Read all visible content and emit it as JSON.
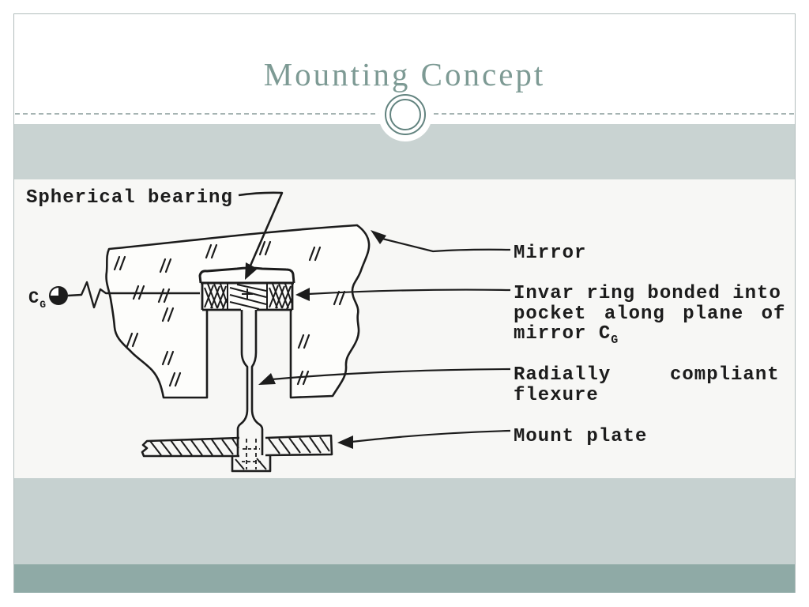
{
  "slide": {
    "title": "Mounting Concept",
    "colors": {
      "accent_teal": "#7d9a94",
      "ornament_ring": "#62837f",
      "band_light": "#c9d3d2",
      "band_dark": "#8faaa6",
      "border": "#b2bdbc",
      "ink": "#1c1c1c",
      "dashed_divider": "#a6b4b3"
    }
  },
  "diagram": {
    "labels": {
      "spherical_bearing": "Spherical bearing",
      "cg": {
        "main": "C",
        "sub": "G"
      },
      "mirror": "Mirror",
      "invar": {
        "line1": "Invar ring bonded into",
        "line2": "pocket along plane of",
        "line3_prefix": "mirror C",
        "line3_sub": "G"
      },
      "flexure": {
        "line1_left": "Radially",
        "line1_right": "compliant",
        "line2": "flexure"
      },
      "mount_plate": "Mount plate"
    }
  }
}
